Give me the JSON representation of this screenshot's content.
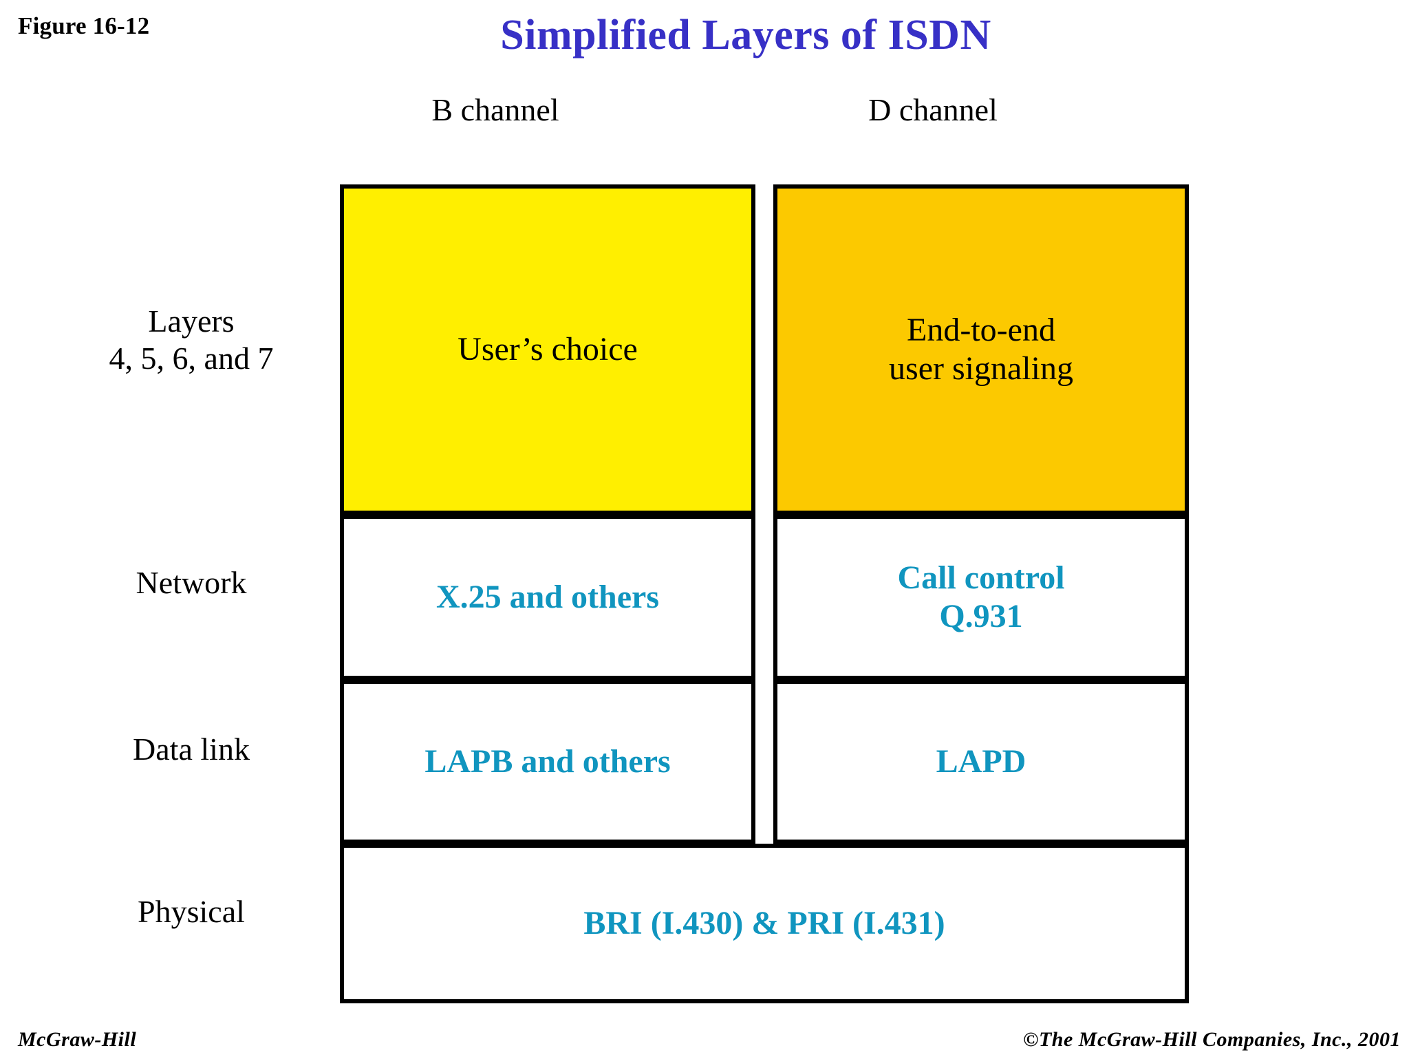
{
  "figure": {
    "label": "Figure 16-12"
  },
  "title": "Simplified Layers of ISDN",
  "colors": {
    "title_blue": "#3730c6",
    "teal_text": "#1095bf",
    "b_channel_fill": "#ffef00",
    "d_channel_fill": "#fcc900",
    "border": "#000000",
    "cell_fill": "#ffffff"
  },
  "columns": [
    {
      "key": "b",
      "header": "B channel"
    },
    {
      "key": "d",
      "header": "D channel"
    }
  ],
  "row_labels": {
    "upper": "Layers\n4, 5, 6, and 7",
    "network": "Network",
    "datalink": "Data link",
    "physical": "Physical"
  },
  "cells": {
    "b_upper": "User’s choice",
    "d_upper": "End-to-end\nuser signaling",
    "b_network": "X.25 and others",
    "d_network": "Call control\nQ.931",
    "b_datalink": "LAPB and others",
    "d_datalink": "LAPD",
    "physical": "BRI (I.430) & PRI (I.431)"
  },
  "footer": {
    "left": "McGraw-Hill",
    "right": "©The McGraw-Hill Companies, Inc., 2001"
  }
}
